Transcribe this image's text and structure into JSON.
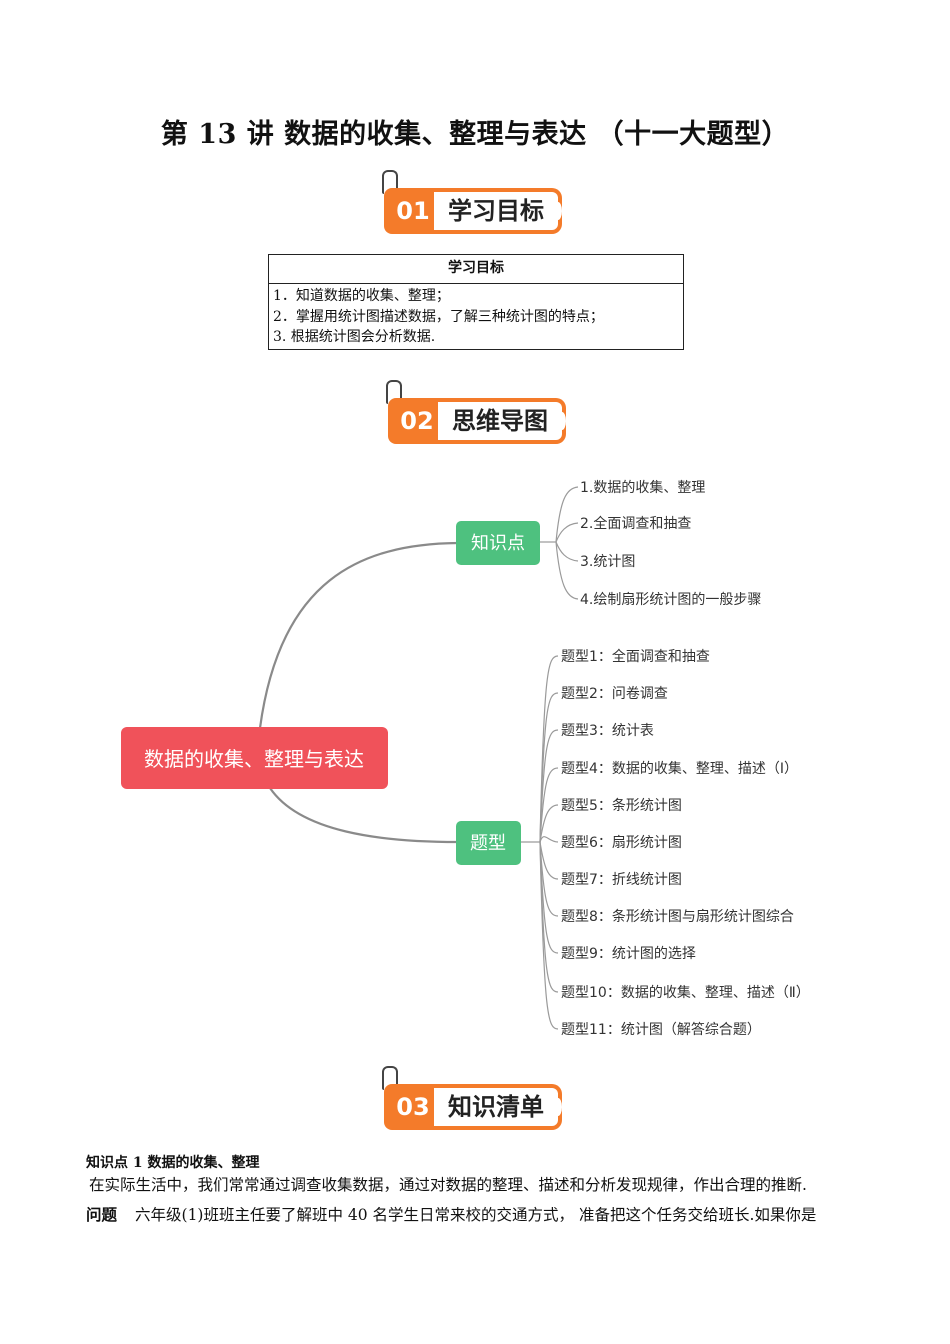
{
  "title": "第 13 讲  数据的收集、整理与表达  （十一大题型）",
  "sections": [
    {
      "num": "01",
      "label": "学习目标"
    },
    {
      "num": "02",
      "label": "思维导图"
    },
    {
      "num": "03",
      "label": "知识清单"
    }
  ],
  "goals": {
    "header": "学习目标",
    "items": [
      "1．知道数据的收集、整理；",
      "2．掌握用统计图描述数据，了解三种统计图的特点；",
      "3. 根据统计图会分析数据."
    ]
  },
  "mindmap": {
    "root": "数据的收集、整理与表达",
    "branch1": {
      "label": "知识点",
      "items": [
        "1.数据的收集、整理",
        "2.全面调查和抽查",
        "3.统计图",
        "4.绘制扇形统计图的一般步骤"
      ]
    },
    "branch2": {
      "label": "题型",
      "items": [
        "题型1：全面调查和抽查",
        "题型2：问卷调查",
        "题型3：统计表",
        "题型4：数据的收集、整理、描述（Ⅰ）",
        "题型5：条形统计图",
        "题型6：扇形统计图",
        "题型7：折线统计图",
        "题型8：条形统计图与扇形统计图综合",
        "题型9：统计图的选择",
        "题型10：数据的收集、整理、描述（Ⅱ）",
        "题型11：统计图（解答综合题）"
      ]
    },
    "colors": {
      "root": "#f0525a",
      "branch": "#4ec17f",
      "line": "#8a8a8a"
    }
  },
  "knowledge": {
    "title": "知识点 1  数据的收集、整理",
    "para1": "在实际生活中，我们常常通过调查收集数据，通过对数据的整理、描述和分析发现规律，作出合理的推断.",
    "question_label": "问题",
    "para2": "六年级(1)班班主任要了解班中 40 名学生日常来校的交通方式，  准备把这个任务交给班长.如果你是"
  }
}
